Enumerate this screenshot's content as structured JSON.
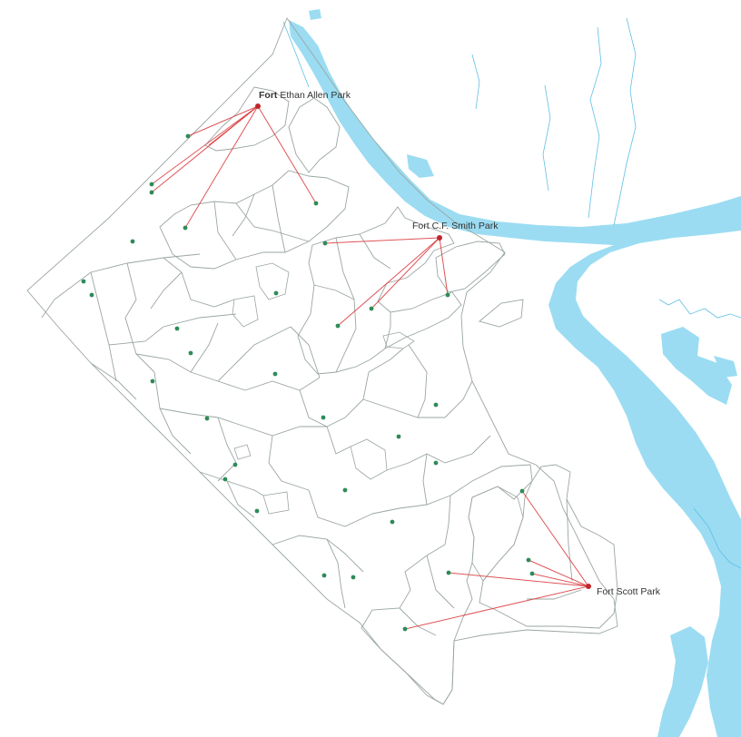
{
  "colors": {
    "background": "#ffffff",
    "water": "#9bdcf2",
    "water_line": "#5fbfe6",
    "base_area": "#d2f8e6",
    "boundary": "#9aa6a2",
    "service_ethan_allen": "#e99ad3",
    "service_cf_smith": "#5aa7dc",
    "service_fort_scott": "#cf9b7e",
    "centroid": "#2e8b57",
    "park": "#c0252a",
    "link": "#d9363a"
  },
  "parks": [
    {
      "id": "ethan-allen",
      "label_prefix": "Fort",
      "label_rest": " Ethan Allen Park"
    },
    {
      "id": "cf-smith",
      "label": "Fort C.F. Smith Park"
    },
    {
      "id": "fort-scott",
      "label": "Fort Scott Park"
    }
  ]
}
